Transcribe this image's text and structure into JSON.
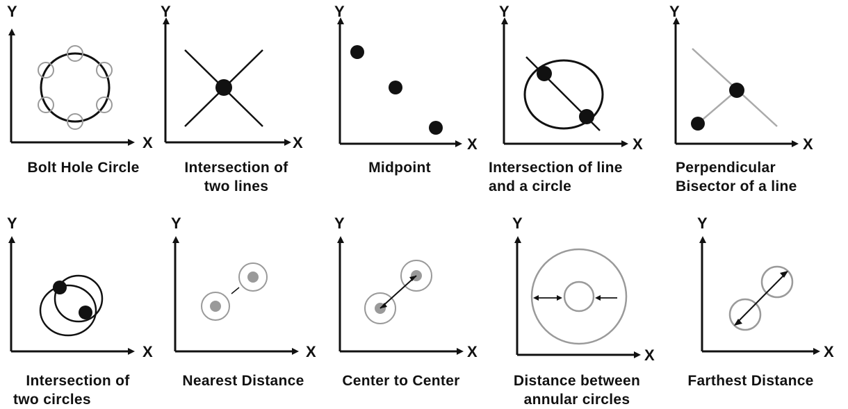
{
  "axes": {
    "x_label": "X",
    "y_label": "Y"
  },
  "panels": [
    {
      "name": "bolt-hole-circle",
      "caption": [
        "Bolt Hole Circle"
      ]
    },
    {
      "name": "intersection-of-two-lines",
      "caption": [
        "Intersection of",
        "two lines"
      ]
    },
    {
      "name": "midpoint",
      "caption": [
        "Midpoint"
      ]
    },
    {
      "name": "intersection-line-circle",
      "caption": [
        "Intersection of line",
        "and a circle"
      ]
    },
    {
      "name": "perpendicular-bisector",
      "caption": [
        "Perpendicular",
        "Bisector of a line"
      ]
    },
    {
      "name": "intersection-of-two-circles",
      "caption": [
        "Intersection of",
        "two circles"
      ]
    },
    {
      "name": "nearest-distance",
      "caption": [
        "Nearest Distance"
      ]
    },
    {
      "name": "center-to-center",
      "caption": [
        "Center to Center"
      ]
    },
    {
      "name": "distance-annular-circles",
      "caption": [
        "Distance between",
        "annular circles"
      ]
    },
    {
      "name": "farthest-distance",
      "caption": [
        "Farthest Distance"
      ]
    }
  ],
  "colors": {
    "ink": "#111111",
    "gray": "#9a9a9a",
    "light_gray": "#bdbdbd"
  }
}
